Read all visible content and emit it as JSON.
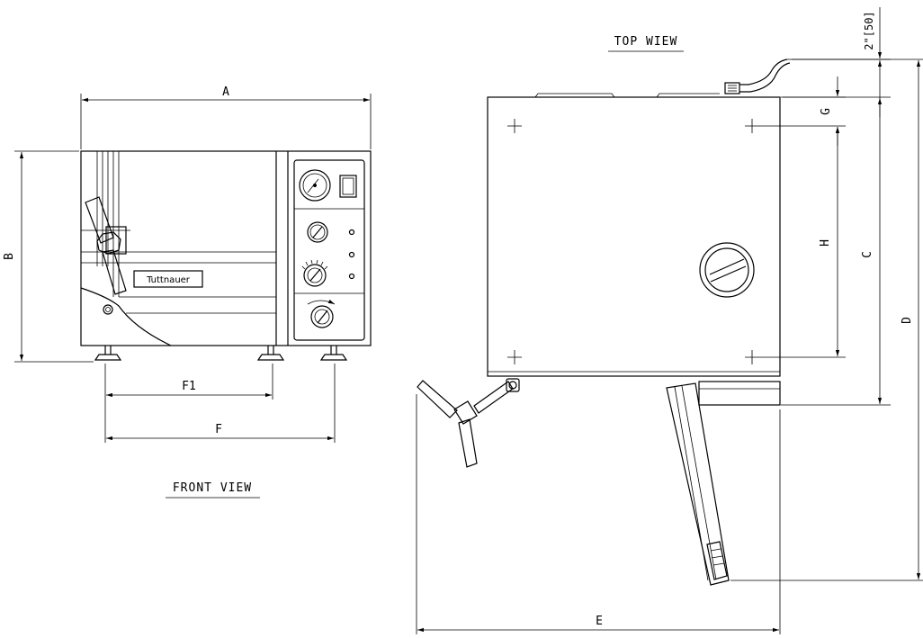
{
  "views": {
    "front_title": "FRONT VIEW",
    "top_title": "TOP WIEW"
  },
  "brand_label": "Tuttnauer",
  "dimensions": {
    "A": "A",
    "B": "B",
    "F1": "F1",
    "F": "F",
    "G": "G",
    "H": "H",
    "C": "C",
    "D": "D",
    "E": "E",
    "clearance": "2\"[50]"
  },
  "colors": {
    "line": "#000000",
    "background": "#ffffff"
  }
}
